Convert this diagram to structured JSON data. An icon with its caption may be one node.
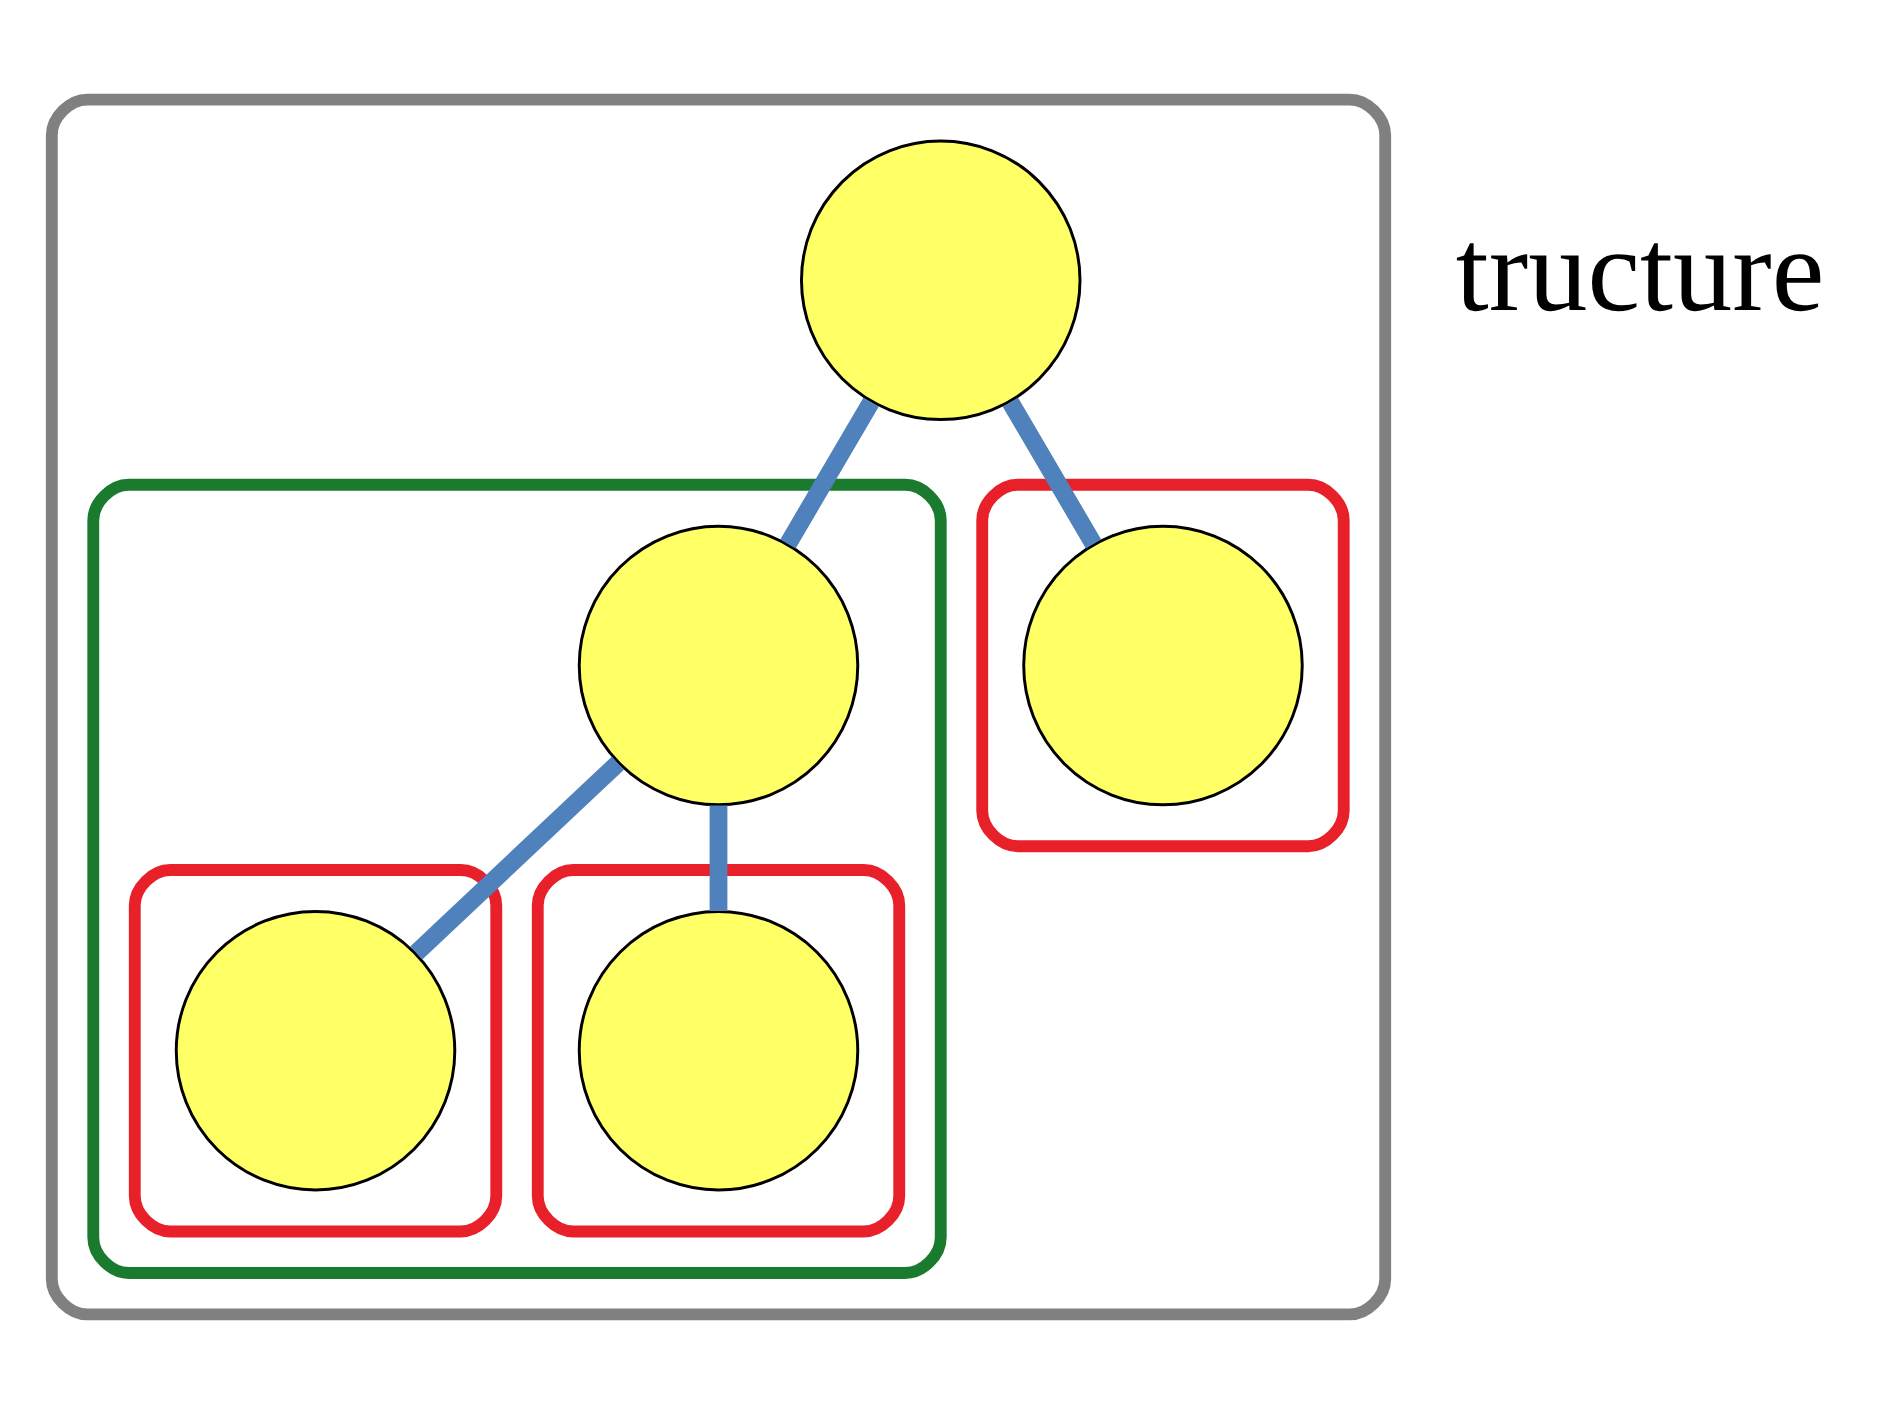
{
  "diagram": {
    "nodes": [
      {
        "text": [],
        "shape": "loop"
      },
      {
        "text": [],
        "shape": "circle",
        "in": 0
      },
      {
        "text": [],
        "shape": "loop",
        "in": 0
      },
      {
        "text": [],
        "shape": "circle",
        "in": 2
      },
      {
        "text": [],
        "shape": "loop",
        "in": 2
      },
      {
        "text": [],
        "shape": "circle",
        "in": 4
      },
      {
        "text": [],
        "shape": "loop",
        "in": 2
      },
      {
        "text": [],
        "shape": "circle",
        "in": 6
      },
      {
        "text": [],
        "shape": "loop",
        "in": 0
      },
      {
        "text": [],
        "shape": "circle",
        "in": 8
      }
    ],
    "edges": [
      {
        "from": 1,
        "to": 3,
        "arrow": "none"
      },
      {
        "from": 1,
        "to": 9,
        "arrow": "none"
      },
      {
        "from": 3,
        "to": 5,
        "arrow": "none"
      },
      {
        "from": 3,
        "to": 7,
        "arrow": "none"
      }
    ],
    "labels": [
      "tructure"
    ]
  }
}
